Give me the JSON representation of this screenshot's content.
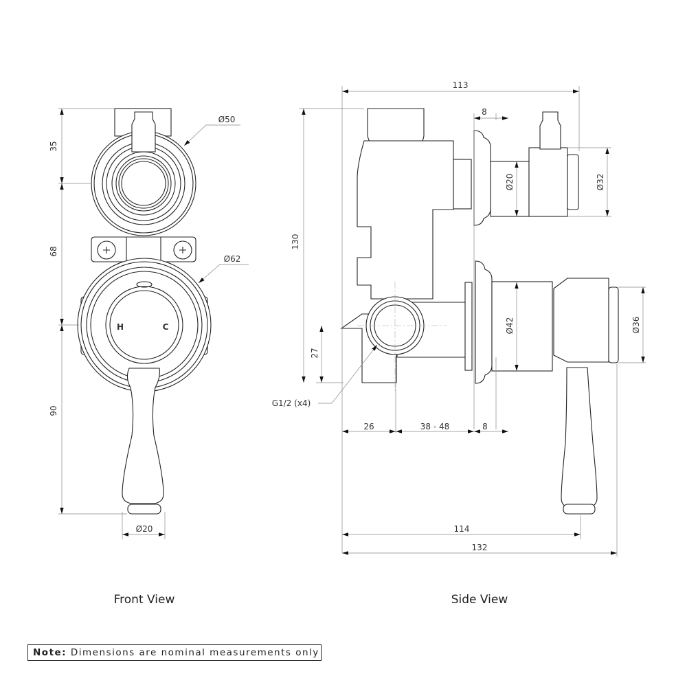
{
  "views": {
    "front": "Front View",
    "side": "Side View"
  },
  "note": {
    "label": "Note:",
    "text": "Dimensions are nominal measurements only"
  },
  "front_dims": {
    "d50": "Ø50",
    "d62": "Ø62",
    "v35": "35",
    "v68": "68",
    "v90": "90",
    "d20": "Ø20",
    "hot": "H",
    "cold": "C"
  },
  "side_dims": {
    "w113": "113",
    "h130": "130",
    "t8": "8",
    "d20": "Ø20",
    "d32": "Ø32",
    "d42": "Ø42",
    "d36": "Ø36",
    "h27": "27",
    "thread": "G1/2 (x4)",
    "b26": "26",
    "b3848": "38 - 48",
    "b8": "8",
    "w114": "114",
    "w132": "132"
  }
}
